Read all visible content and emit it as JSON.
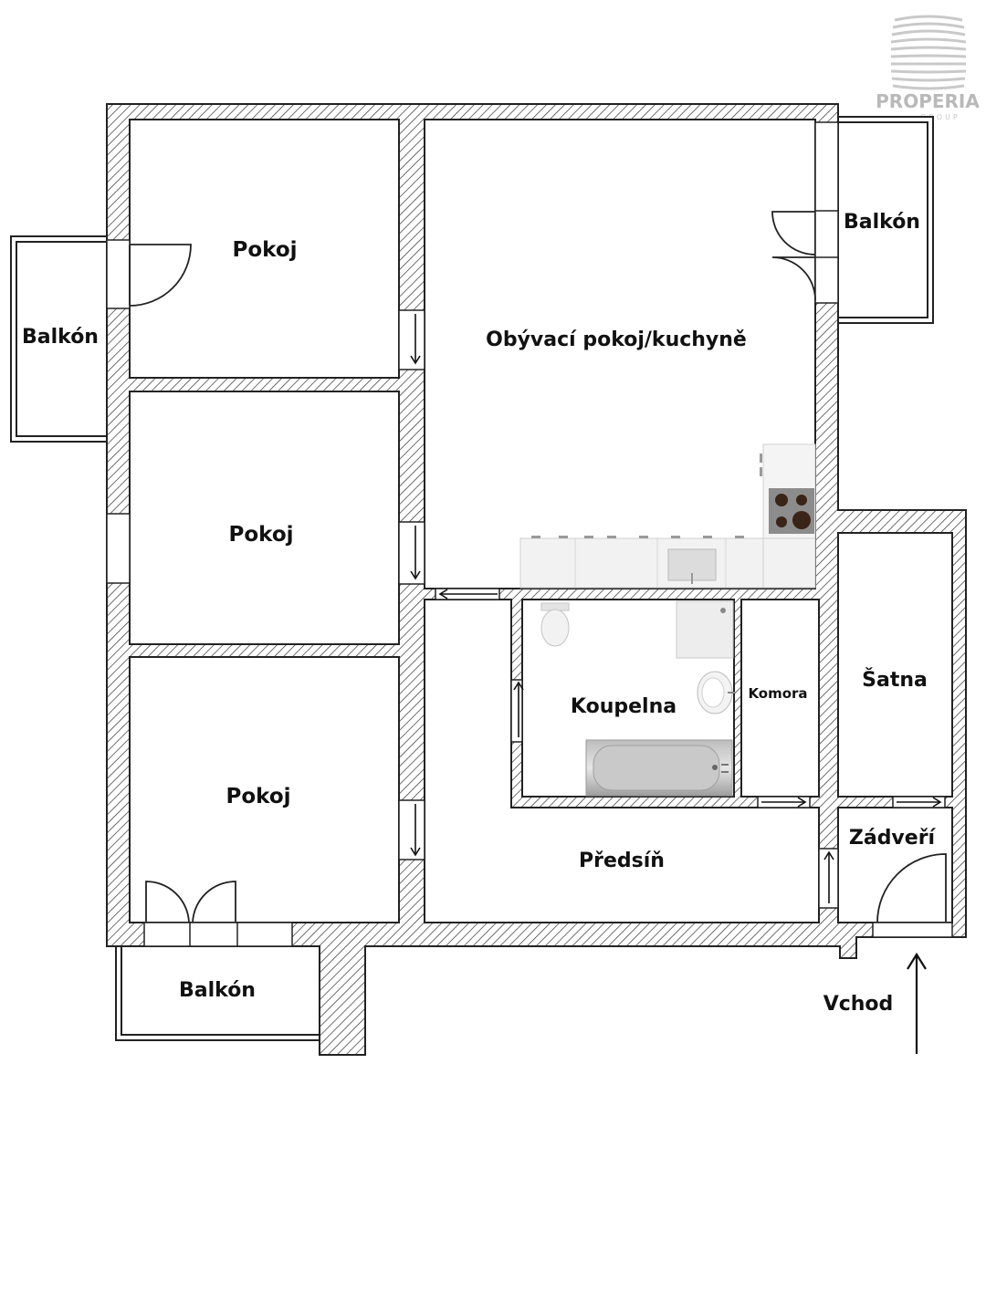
{
  "logo": {
    "brand": "PROPERIA",
    "sub": "GROUP"
  },
  "rooms": {
    "pokoj_1": "Pokoj",
    "pokoj_2": "Pokoj",
    "pokoj_3": "Pokoj",
    "obyvaci": "Obývací pokoj/kuchyně",
    "balkon_left": "Balkón",
    "balkon_right": "Balkón",
    "balkon_bottom": "Balkón",
    "koupelna": "Koupelna",
    "komora": "Komora",
    "satna": "Šatna",
    "zadveri": "Zádveří",
    "predsin": "Předsíň"
  },
  "entrance": {
    "label": "Vchod"
  },
  "colors": {
    "wall_hatch": "#222222",
    "floor": "#ffffff",
    "logo": "#b9b9b9"
  }
}
